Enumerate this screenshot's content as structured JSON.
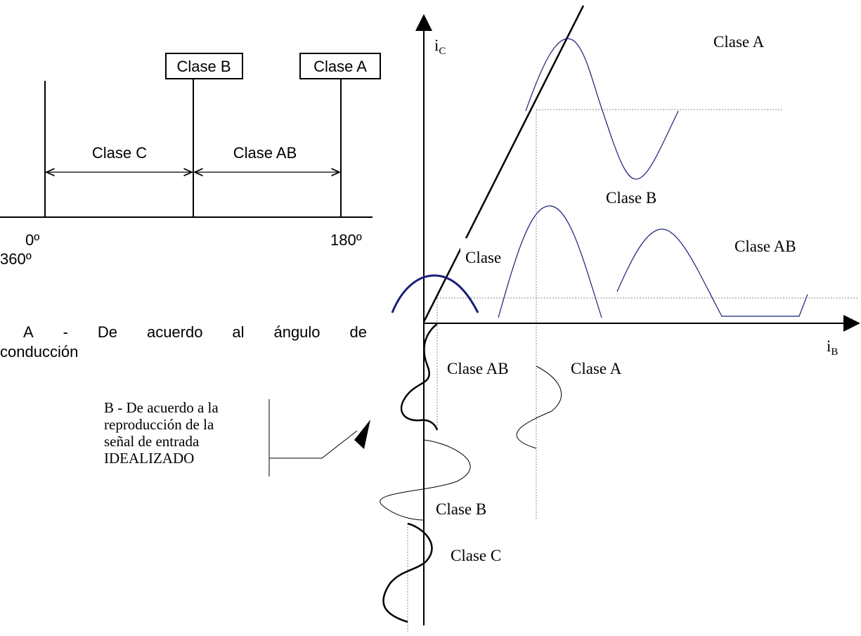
{
  "angle_diagram": {
    "box_clase_b": "Clase B",
    "box_clase_a": "Clase A",
    "region_clase_c": "Clase C",
    "region_clase_ab": "Clase AB",
    "tick_left_top": "0º",
    "tick_left_bottom": "360º",
    "tick_right": "180º"
  },
  "caption_a": {
    "prefix": "A",
    "dash": "-",
    "w1": "De",
    "w2": "acuerdo",
    "w3": "al",
    "w4": "ángulo",
    "w5": "de",
    "line2": "conducción"
  },
  "caption_b": {
    "line1": "B - De acuerdo a la",
    "line2": "reproducción de la",
    "line3": "señal de entrada",
    "line4": "IDEALIZADO"
  },
  "graph": {
    "y_axis_main": "i",
    "y_axis_sub": "C",
    "x_axis_main": "i",
    "x_axis_sub": "B",
    "label_out_clase_a": "Clase A",
    "label_out_clase_b": "Clase B",
    "label_out_clase_ab": "Clase AB",
    "label_out_clase_c": "Clase",
    "label_in_clase_ab": "Clase AB",
    "label_in_clase_a": "Clase A",
    "label_in_clase_b": "Clase B",
    "label_in_clase_c": "Clase C"
  },
  "colors": {
    "ink": "#000000",
    "wave_blue": "#1a1f7a",
    "grid_dotted": "#888888"
  }
}
